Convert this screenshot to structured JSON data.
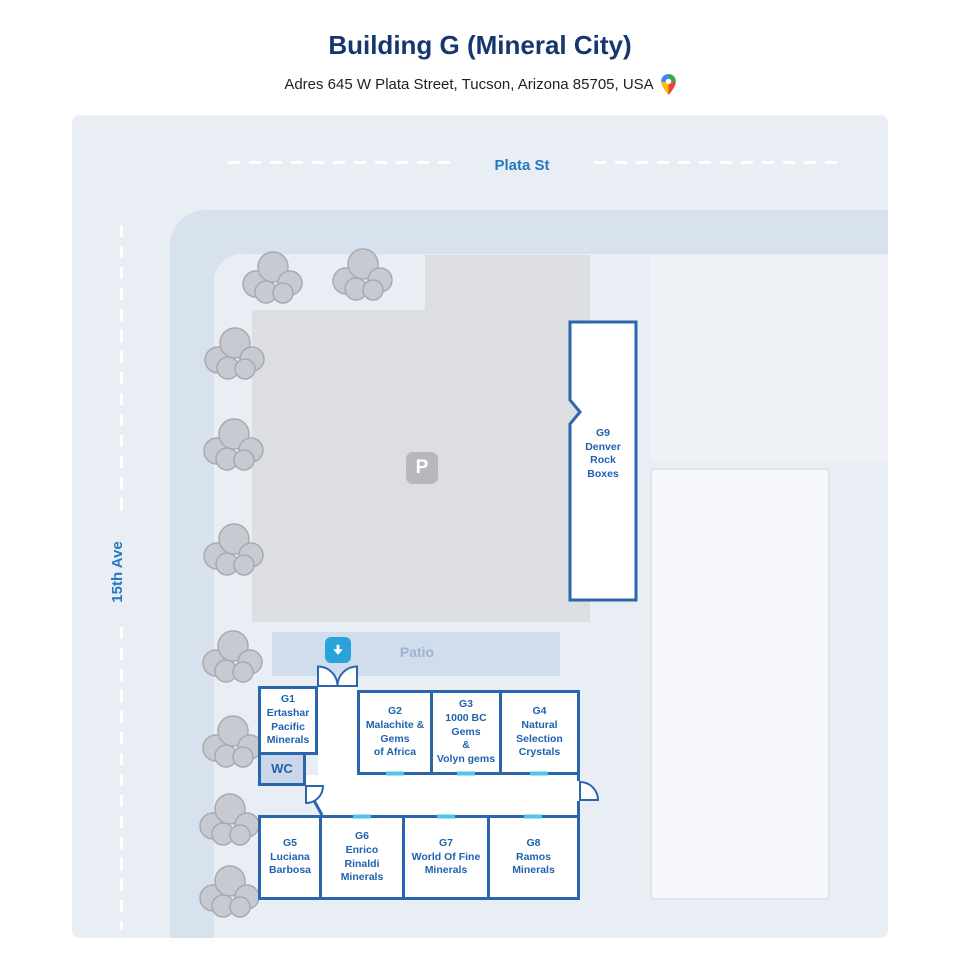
{
  "header": {
    "title": "Building G (Mineral City)",
    "address": "Adres 645 W Plata Street, Tucson, Arizona 85705, USA"
  },
  "map": {
    "streets": {
      "top": "Plata St",
      "left": "15th Ave"
    },
    "parking": {
      "label": "P"
    },
    "patio": {
      "label": "Patio"
    },
    "wc": {
      "label": "WC"
    },
    "booths": {
      "g1": {
        "id": "G1",
        "name": "Ertashar Pacific Minerals",
        "label": "G1\nErtashar\nPacific\nMinerals"
      },
      "g2": {
        "id": "G2",
        "name": "Malachite & Gems of Africa",
        "label": "G2\nMalachite &\nGems\nof Africa"
      },
      "g3": {
        "id": "G3",
        "name": "1000 BC Gems & Volyn gems",
        "label": "G3\n1000 BC\nGems\n&\nVolyn gems"
      },
      "g4": {
        "id": "G4",
        "name": "Natural Selection Crystals",
        "label": "G4\nNatural\nSelection\nCrystals"
      },
      "g5": {
        "id": "G5",
        "name": "Luciana Barbosa",
        "label": "G5\nLuciana\nBarbosa"
      },
      "g6": {
        "id": "G6",
        "name": "Enrico Rinaldi Minerals",
        "label": "G6\nEnrico\nRinaldi\nMinerals"
      },
      "g7": {
        "id": "G7",
        "name": "World Of Fine Minerals",
        "label": "G7\nWorld Of Fine\nMinerals"
      },
      "g8": {
        "id": "G8",
        "name": "Ramos Minerals",
        "label": "G8\nRamos\nMinerals"
      },
      "g9": {
        "id": "G9",
        "name": "Denver Rock Boxes",
        "label": "G9\nDenver\nRock\nBoxes"
      }
    },
    "colors": {
      "title_navy": "#16366f",
      "street_label_blue": "#2878c2",
      "booth_border_blue": "#2b66ad",
      "booth_text_blue": "#1f62ae",
      "map_bg": "#e9edf4",
      "road": "#d8e2ee",
      "parking_gray": "#dcdee1",
      "parking_icon_gray": "#b6b8bb",
      "patio_fill": "#cfdded",
      "patio_text": "#9fb4cc",
      "wc_fill": "#c9d7e9",
      "door_tick_cyan": "#4fc3ea",
      "arrow_bg": "#29a3dc",
      "tree_gray": "#c7cad0"
    }
  }
}
